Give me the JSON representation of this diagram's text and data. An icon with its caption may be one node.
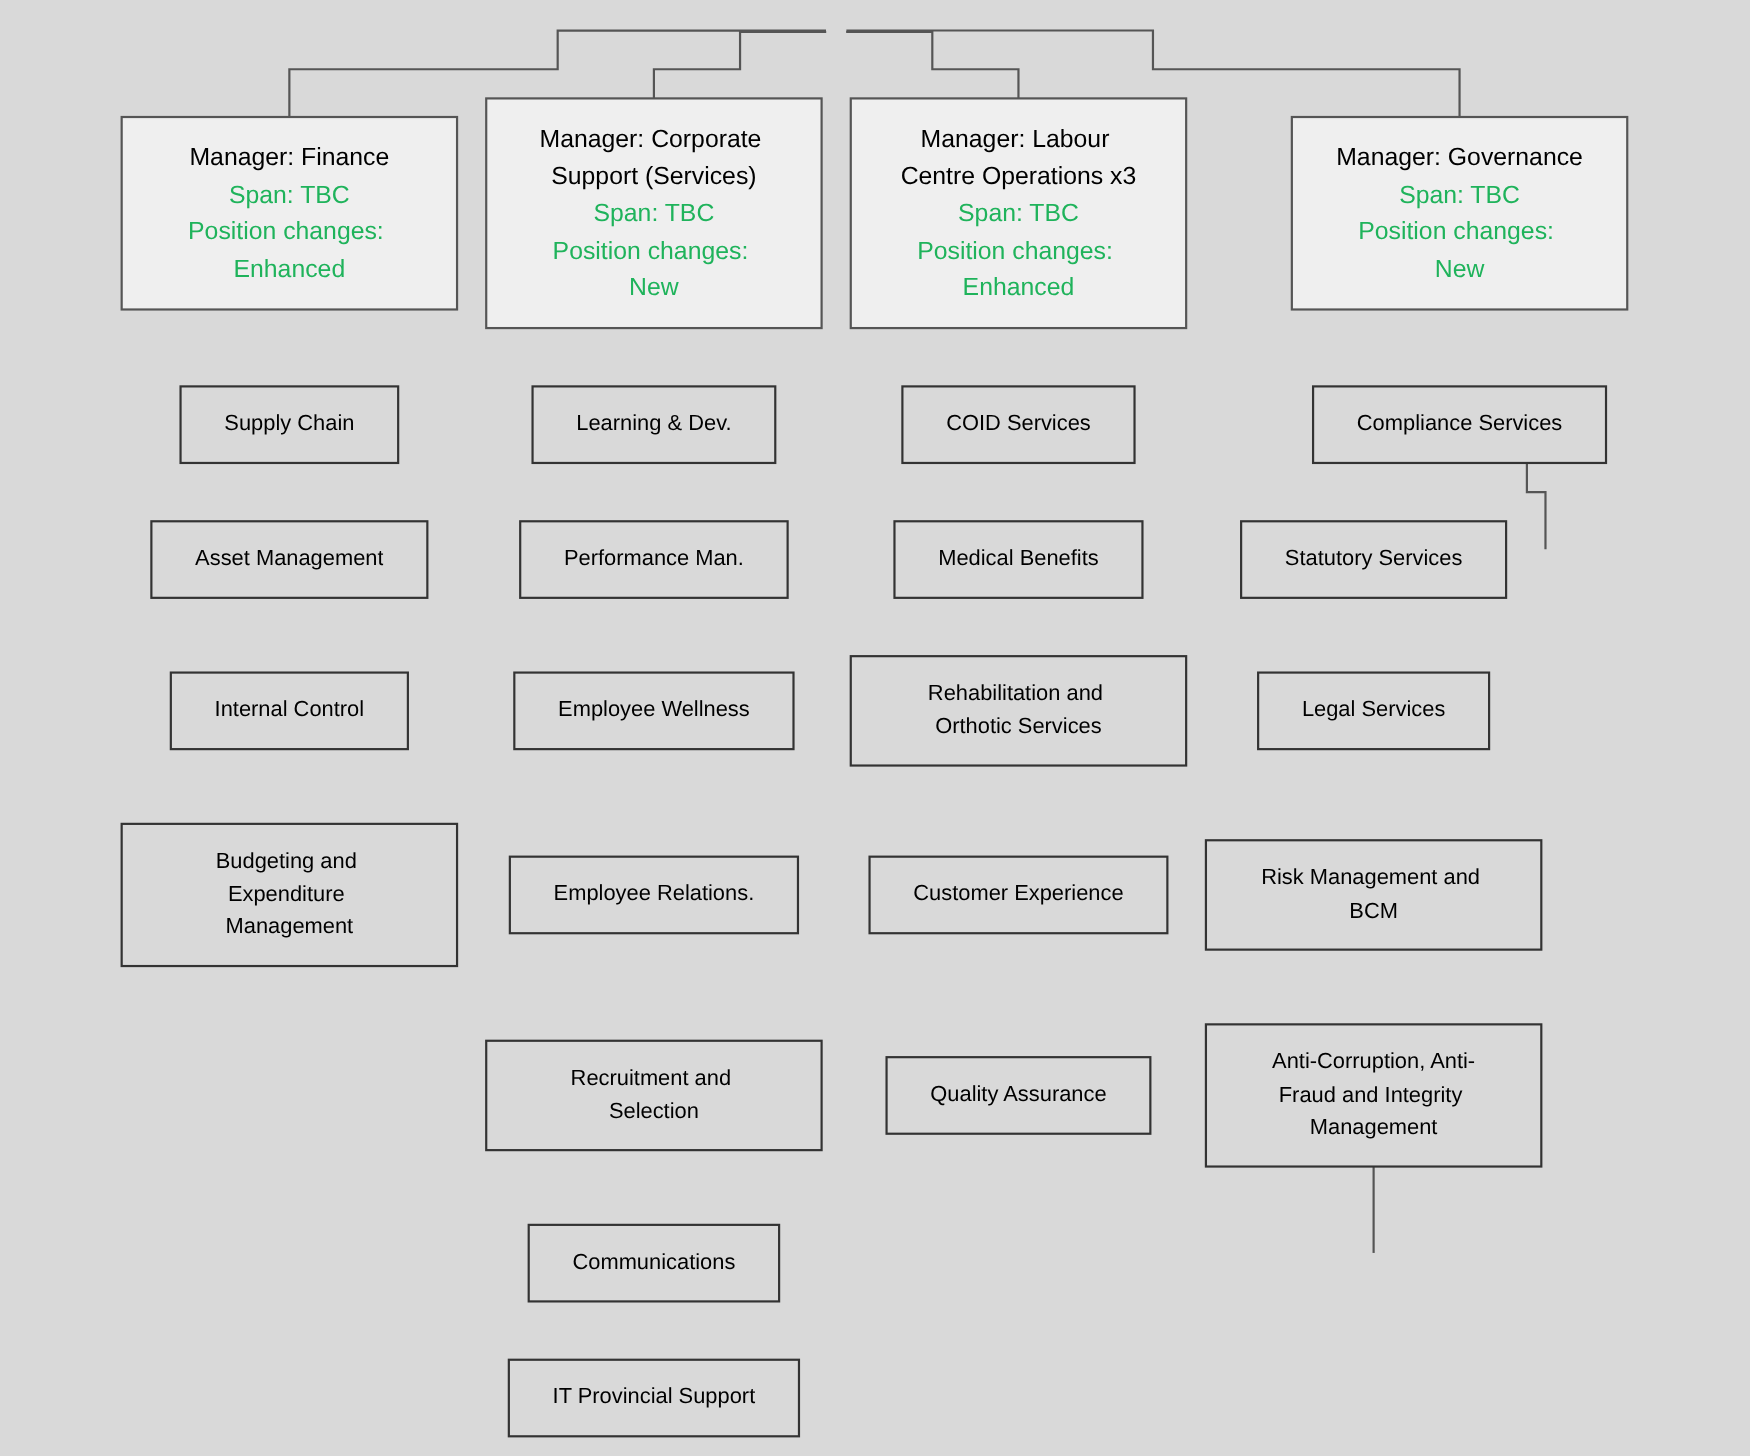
{
  "diagram": {
    "nodes": [
      {
        "text": [
          "Manager: Finance",
          "Span: TBC",
          "Position changes: Enhanced"
        ]
      },
      {
        "text": [
          "Supply Chain"
        ]
      },
      {
        "text": [
          "Asset Management"
        ]
      },
      {
        "text": [
          "Internal Control"
        ]
      },
      {
        "text": [
          "Budgeting and Expenditure Management"
        ]
      },
      {
        "text": [
          "Manager: Corporate Support (Services)",
          "Span: TBC",
          "Position changes: New"
        ]
      },
      {
        "text": [
          "Learning & Dev."
        ]
      },
      {
        "text": [
          "Performance Man."
        ]
      },
      {
        "text": [
          "Employee Wellness"
        ]
      },
      {
        "text": [
          "Employee Relations."
        ]
      },
      {
        "text": [
          "Recruitment and Selection"
        ]
      },
      {
        "text": [
          "Communications"
        ]
      },
      {
        "text": [
          "IT Provincial Support"
        ]
      },
      {
        "text": [
          "Manager: Labour Centre Operations x3",
          "Span: TBC",
          "Position changes: Enhanced"
        ]
      },
      {
        "text": [
          "COID Services"
        ]
      },
      {
        "text": [
          "Medical Benefits"
        ]
      },
      {
        "text": [
          "Rehabilitation and Orthotic Services"
        ]
      },
      {
        "text": [
          "Customer Experience"
        ]
      },
      {
        "text": [
          "Quality Assurance"
        ]
      },
      {
        "text": [
          "Manager: Governance",
          "Span: TBC",
          "Position changes: New"
        ]
      },
      {
        "text": [
          "Compliance Services"
        ]
      },
      {
        "text": [
          "Statutory Services"
        ]
      },
      {
        "text": [
          "Legal Services"
        ]
      },
      {
        "text": [
          "Risk Management and BCM"
        ]
      },
      {
        "text": [
          "Anti-Corruption, Anti-Fraud and Integrity Management"
        ]
      }
    ],
    "edges": [
      {
        "from": null,
        "to": 0,
        "arrow": "none"
      },
      {
        "from": null,
        "to": 5,
        "arrow": "none"
      },
      {
        "from": null,
        "to": 13,
        "arrow": "none"
      },
      {
        "from": null,
        "to": 19,
        "arrow": "none"
      },
      {
        "from": 20,
        "to": null,
        "arrow": "none"
      },
      {
        "from": 24,
        "to": null,
        "arrow": "none"
      }
    ]
  }
}
